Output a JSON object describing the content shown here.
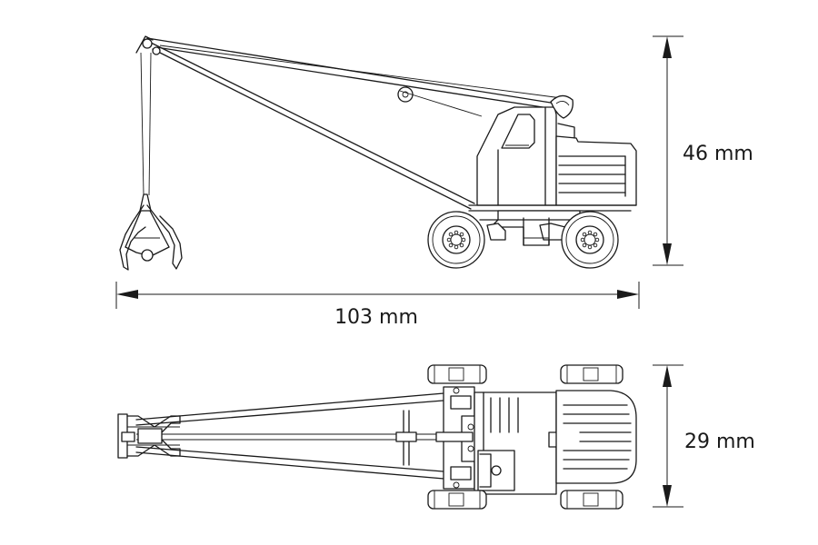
{
  "dimensions": {
    "length_label": "103 mm",
    "height_label": "46 mm",
    "width_label": "29 mm"
  },
  "views": {
    "side": "side-view",
    "top": "top-view"
  }
}
